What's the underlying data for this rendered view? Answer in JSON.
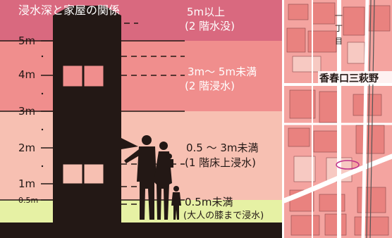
{
  "title": "浸水深と家屋の関係",
  "depth_axis": {
    "ticks": [
      {
        "label": "5m",
        "value": 5
      },
      {
        "label": "4m",
        "value": 4
      },
      {
        "label": "3m",
        "value": 3
      },
      {
        "label": "2m",
        "value": 2
      },
      {
        "label": "1m",
        "value": 1
      },
      {
        "label": "0.5m",
        "value": 0.5
      }
    ]
  },
  "bands": [
    {
      "line1": "5m以上",
      "line2": "(2 階水没)",
      "min": 5,
      "max": null,
      "color": "#d9697f"
    },
    {
      "line1": "3m～ 5m未満",
      "line2": "(2 階浸水)",
      "min": 3,
      "max": 5,
      "color": "#f08e8d"
    },
    {
      "line1": "0.5 ～ 3m未満",
      "line2": "(1 階床上浸水)",
      "min": 0.5,
      "max": 3,
      "color": "#f7c0b2"
    },
    {
      "line1": "0.5m未満",
      "line2": "(大人の膝まで浸水)",
      "min": 0,
      "max": 0.5,
      "color": "#e6f1a4"
    }
  ],
  "map": {
    "place_label": "香春口三萩野",
    "vertical_text": "一丁目"
  },
  "icons": {
    "house": "house-silhouette-icon",
    "people": "family-silhouette-icon"
  }
}
